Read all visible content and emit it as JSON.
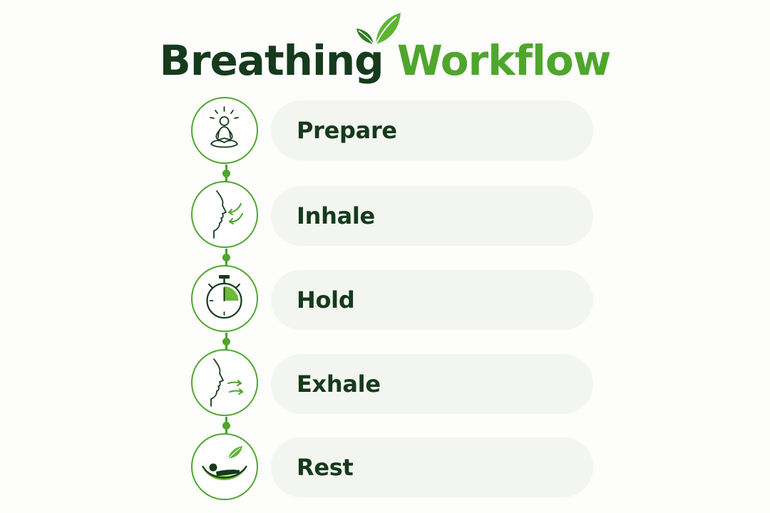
{
  "title": {
    "word1": "Breathing",
    "word2": "Workflow"
  },
  "colors": {
    "dark_green": "#163a1c",
    "accent_green": "#4ea62c",
    "pill_background": "#f3f5f0"
  },
  "steps": [
    {
      "label": "Prepare",
      "icon": "meditation-icon"
    },
    {
      "label": "Inhale",
      "icon": "inhale-face-icon"
    },
    {
      "label": "Hold",
      "icon": "stopwatch-icon"
    },
    {
      "label": "Exhale",
      "icon": "exhale-face-icon"
    },
    {
      "label": "Rest",
      "icon": "hammock-rest-icon"
    }
  ]
}
